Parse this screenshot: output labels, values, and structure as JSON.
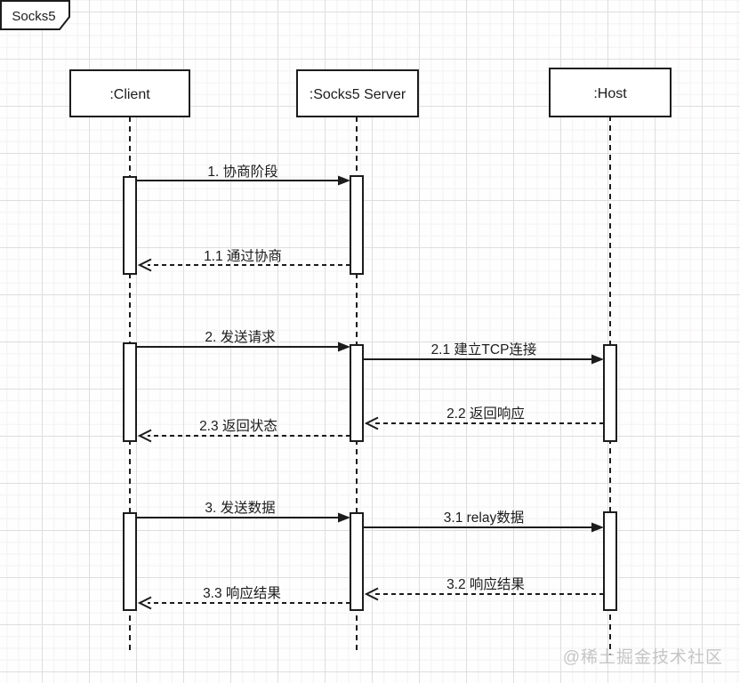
{
  "diagram": {
    "title": "Socks5",
    "type": "uml-sequence-diagram",
    "participants": [
      {
        "label": ":Client"
      },
      {
        "label": ":Socks5 Server"
      },
      {
        "label": ":Host"
      }
    ],
    "messages": [
      {
        "label": "1. 协商阶段",
        "from": ":Client",
        "to": ":Socks5 Server",
        "line": "solid"
      },
      {
        "label": "1.1 通过协商",
        "from": ":Socks5 Server",
        "to": ":Client",
        "line": "dashed"
      },
      {
        "label": "2. 发送请求",
        "from": ":Client",
        "to": ":Socks5 Server",
        "line": "solid"
      },
      {
        "label": "2.1 建立TCP连接",
        "from": ":Socks5 Server",
        "to": ":Host",
        "line": "solid"
      },
      {
        "label": "2.2 返回响应",
        "from": ":Host",
        "to": ":Socks5 Server",
        "line": "dashed"
      },
      {
        "label": "2.3 返回状态",
        "from": ":Socks5 Server",
        "to": ":Client",
        "line": "dashed"
      },
      {
        "label": "3. 发送数据",
        "from": ":Client",
        "to": ":Socks5 Server",
        "line": "solid"
      },
      {
        "label": "3.1 relay数据",
        "from": ":Socks5 Server",
        "to": ":Host",
        "line": "solid"
      },
      {
        "label": "3.2 响应结果",
        "from": ":Host",
        "to": ":Socks5 Server",
        "line": "dashed"
      },
      {
        "label": "3.3 响应结果",
        "from": ":Socks5 Server",
        "to": ":Client",
        "line": "dashed"
      }
    ],
    "watermark": "@稀土掘金技术社区",
    "colors": {
      "stroke": "#1c1c1c",
      "grid_major": "#dedede",
      "grid_minor": "#f4f1f1",
      "watermark": "#c5c5c5"
    }
  }
}
